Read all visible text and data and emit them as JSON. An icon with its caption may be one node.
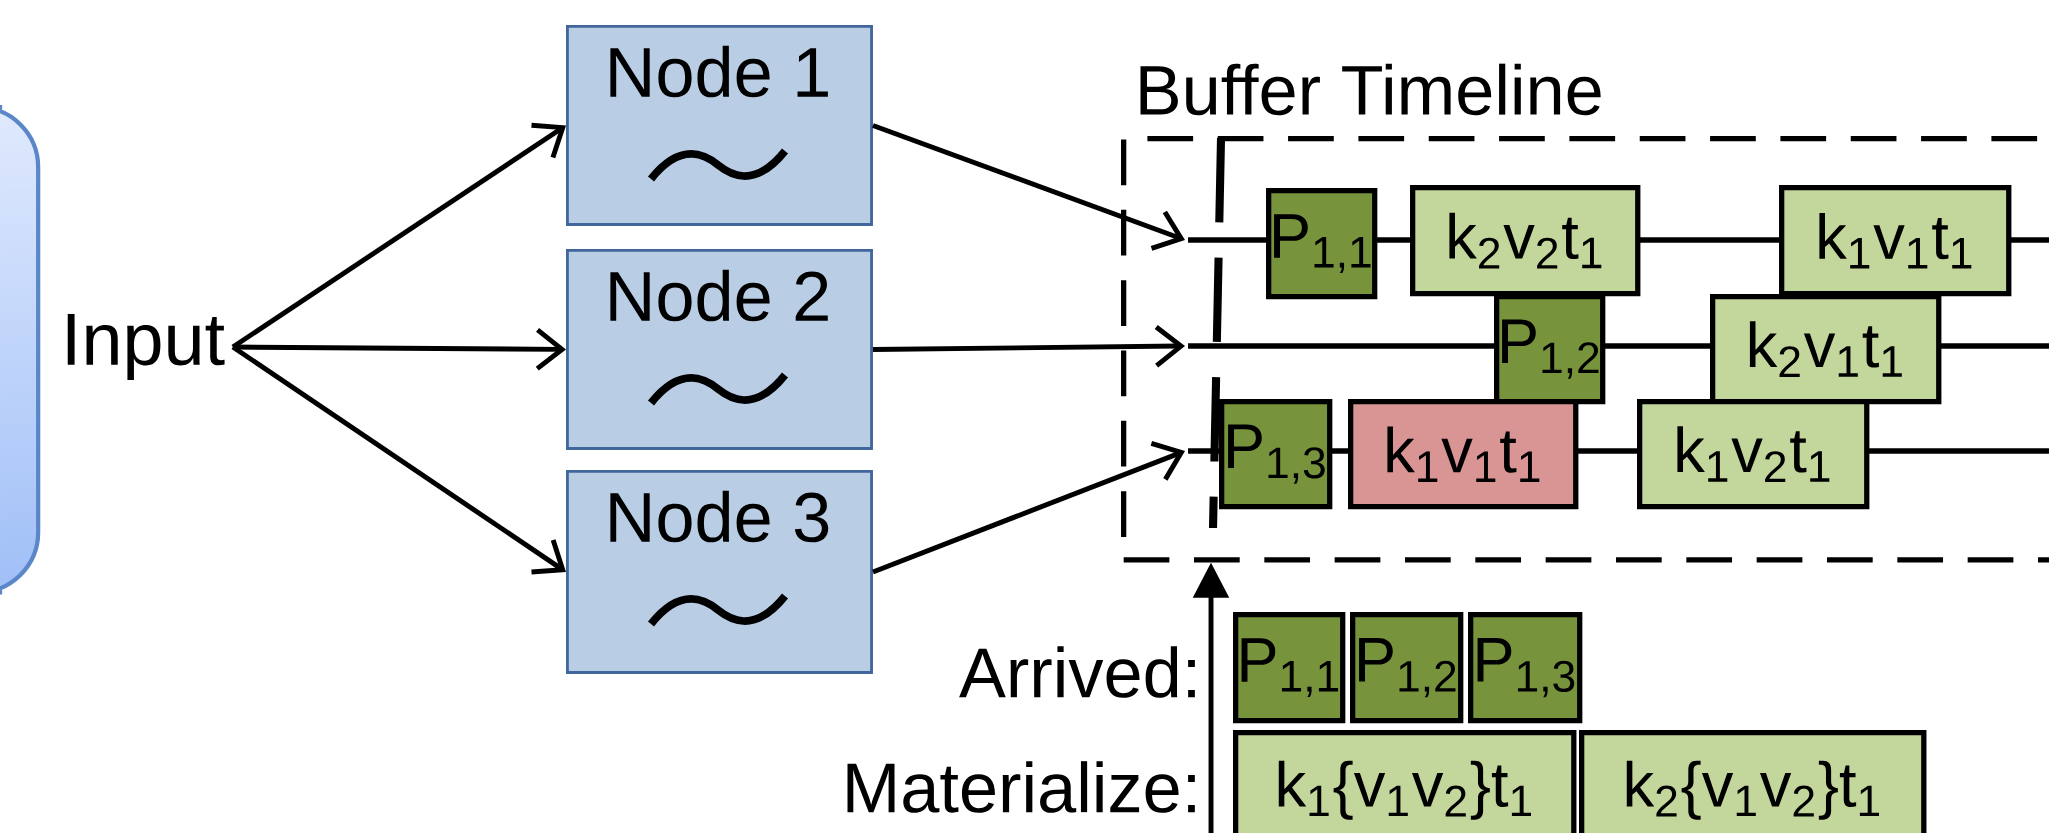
{
  "diagram": {
    "nodes": [
      {
        "text": [],
        "shape": "box"
      },
      {
        "text": [
          "Input"
        ]
      },
      {
        "text": [
          "Node 1"
        ]
      },
      {
        "text": [
          "Node 2"
        ]
      },
      {
        "text": [
          "Node 3"
        ]
      },
      {
        "text": [
          "Buffer Timeline"
        ]
      },
      {
        "text": [
          "P$_{1,1}$"
        ],
        "in": 5
      },
      {
        "text": [
          "k$_{2}$v$_{2}$t$_{1}$"
        ],
        "in": 5
      },
      {
        "text": [
          "k$_{1}$v$_{1}$t$_{1}$"
        ],
        "in": 5
      },
      {
        "text": [
          "P$_{1,2}$"
        ],
        "in": 5
      },
      {
        "text": [
          "k$_{2}$v$_{1}$t$_{1}$"
        ],
        "in": 5
      },
      {
        "text": [
          "P$_{1,3}$"
        ],
        "in": 5
      },
      {
        "text": [
          "k$_{1}$v$_{1}$t$_{1}$"
        ],
        "in": 5
      },
      {
        "text": [
          "k$_{1}$v$_{2}$t$_{1}$"
        ],
        "in": 5
      },
      {
        "text": [
          "P$_{1,1}$"
        ]
      },
      {
        "text": [
          "P$_{1,2}$"
        ]
      },
      {
        "text": [
          "P$_{1,3}$"
        ]
      },
      {
        "text": [
          "k$_{1}${v$_{1}$v$_{2}$}t$_{1}$"
        ]
      },
      {
        "text": [
          "k$_{2}${v$_{1}$v$_{2}$}t$_{1}$"
        ]
      }
    ],
    "edges": [
      {
        "from": 1,
        "to": 2,
        "arrow": "to"
      },
      {
        "from": 1,
        "to": 3,
        "arrow": "to"
      },
      {
        "from": 1,
        "to": 4,
        "arrow": "to"
      },
      {
        "from": 2,
        "to": null,
        "arrow": "to"
      },
      {
        "from": 3,
        "to": null,
        "arrow": "to"
      },
      {
        "from": 4,
        "to": null,
        "arrow": "to"
      },
      {
        "from": null,
        "to": 5,
        "arrow": "to"
      }
    ],
    "labels": [
      "Arrived:",
      "Materialize:"
    ]
  }
}
